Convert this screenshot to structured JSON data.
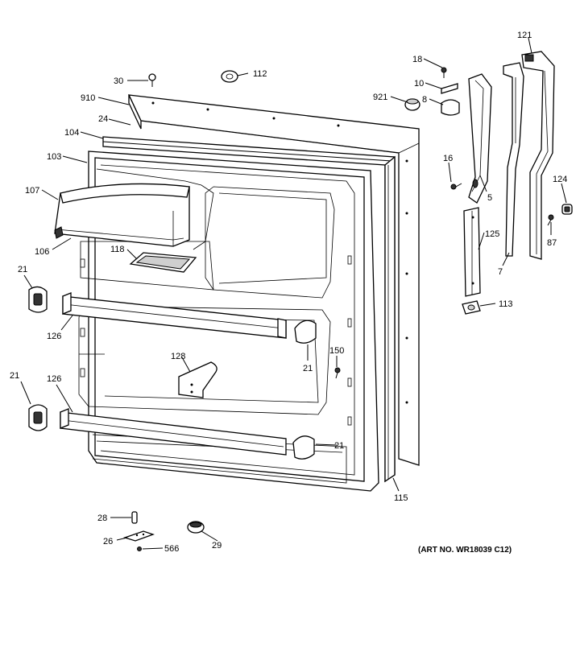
{
  "callouts": {
    "c18": "18",
    "c121": "121",
    "c30": "30",
    "c112": "112",
    "c10": "10",
    "c921": "921",
    "c8": "8",
    "c910": "910",
    "c24": "24",
    "c104": "104",
    "c103": "103",
    "c16": "16",
    "c5": "5",
    "c124": "124",
    "c107": "107",
    "c87": "87",
    "c125a": "125",
    "c106": "106",
    "c118": "118",
    "c7": "7",
    "c21a": "21",
    "c113": "113",
    "c126a": "126",
    "c128": "128",
    "c150": "150",
    "c21b": "21",
    "c21c": "21",
    "c126b": "126",
    "c21d": "21",
    "c115": "115",
    "c28": "28",
    "c26": "26",
    "c566": "566",
    "c29": "29"
  },
  "art_number": "(ART NO. WR18039 C12)"
}
